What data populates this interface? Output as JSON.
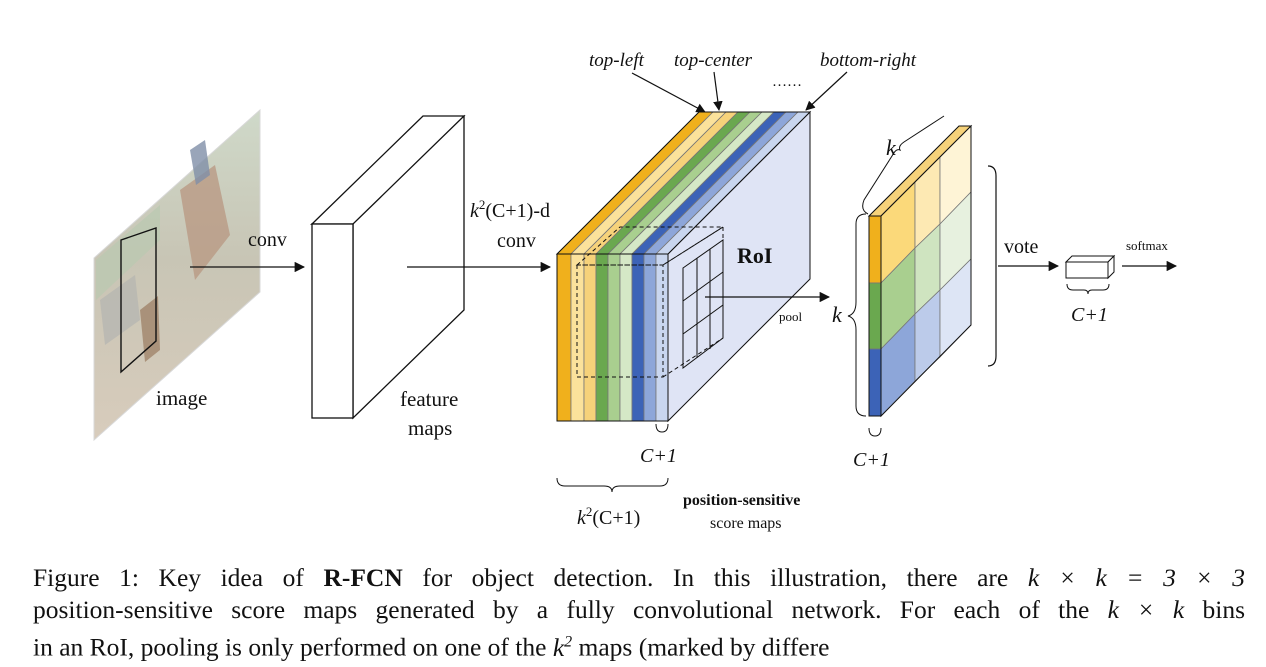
{
  "figure": {
    "labels": {
      "conv": "conv",
      "image": "image",
      "feature_maps_line1": "feature",
      "feature_maps_line2": "maps",
      "k2c1_d_prefix": "k",
      "k2c1_d_sup": "2",
      "k2c1_d_suffix": "(C+1)-d",
      "k2c1_conv": "conv",
      "top_left": "top-left",
      "top_center": "top-center",
      "dots": "……",
      "bottom_right": "bottom-right",
      "roi": "RoI",
      "pool": "pool",
      "k_depth": "k",
      "k_side": "k",
      "c1_stack": "C+1",
      "c1_grid": "C+1",
      "c1_vote": "C+1",
      "k2c1_bottom_prefix": "k",
      "k2c1_bottom_sup": "2",
      "k2c1_bottom_suffix": "(C+1)",
      "position_sensitive": "position-sensitive",
      "score_maps": "score maps",
      "vote": "vote",
      "softmax": "softmax"
    },
    "colors": {
      "yellow_dark": "#f0b01c",
      "yellow_light": "#fbe29b",
      "green_dark": "#6aa84f",
      "green_light": "#d5e8c6",
      "blue_dark": "#3c63b7",
      "blue_light": "#c9d6ef",
      "stack_face": "#dfe4f5"
    }
  },
  "caption": {
    "line1_prefix": "Figure 1:  Key idea of ",
    "line1_bold": "R-FCN",
    "line1_mid": " for object detection.  In this illustration, there are ",
    "line1_math": "k × k = 3 × 3",
    "line2_prefix": "position-sensitive score maps generated by a fully convolutional network. For each of the ",
    "line2_math": "k × k",
    "line2_suffix": " bins",
    "line3_prefix": "in an RoI, pooling is only performed on one of the ",
    "line3_math_base": "k",
    "line3_math_sup": "2",
    "line3_suffix": " maps (marked by differe"
  }
}
